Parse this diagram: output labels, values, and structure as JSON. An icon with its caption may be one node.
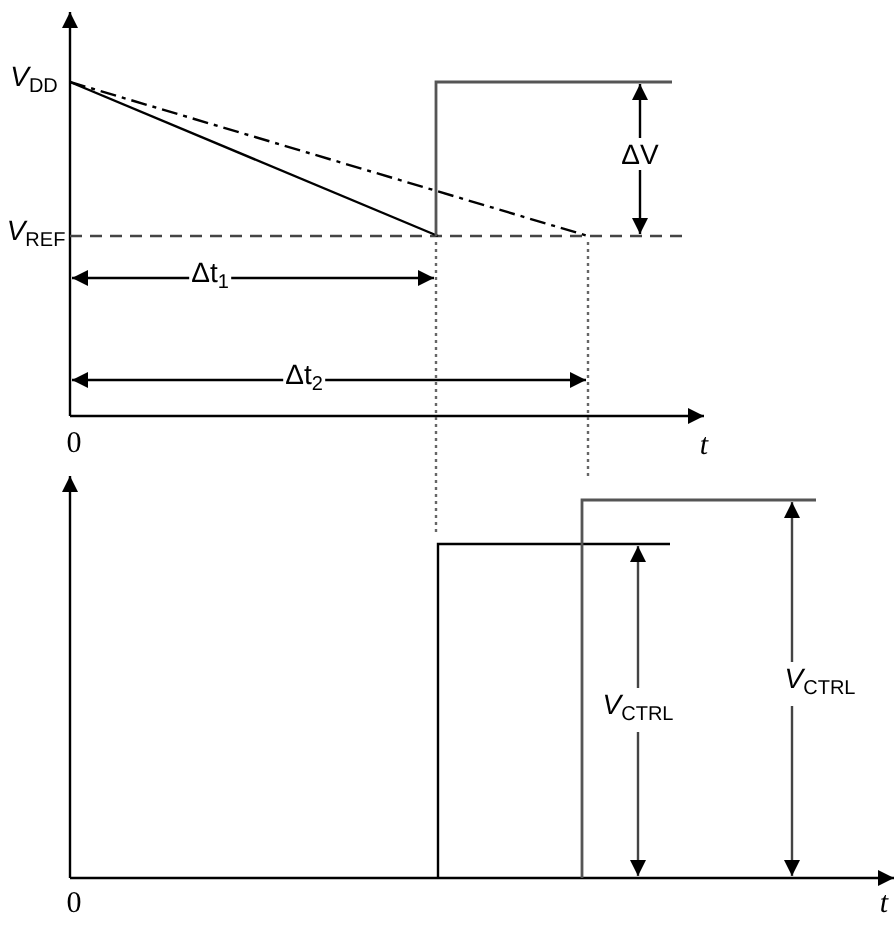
{
  "diagram": {
    "labels": [
      "*V*$_{DD}$",
      "ΔV",
      "*V*$_{REF}$",
      "Δt$_{1}$",
      "Δt$_{2}$",
      "0",
      "*t*",
      "*V*$_{CTRL}$",
      "*V*$_{CTRL}$",
      "0",
      "*t*"
    ]
  }
}
